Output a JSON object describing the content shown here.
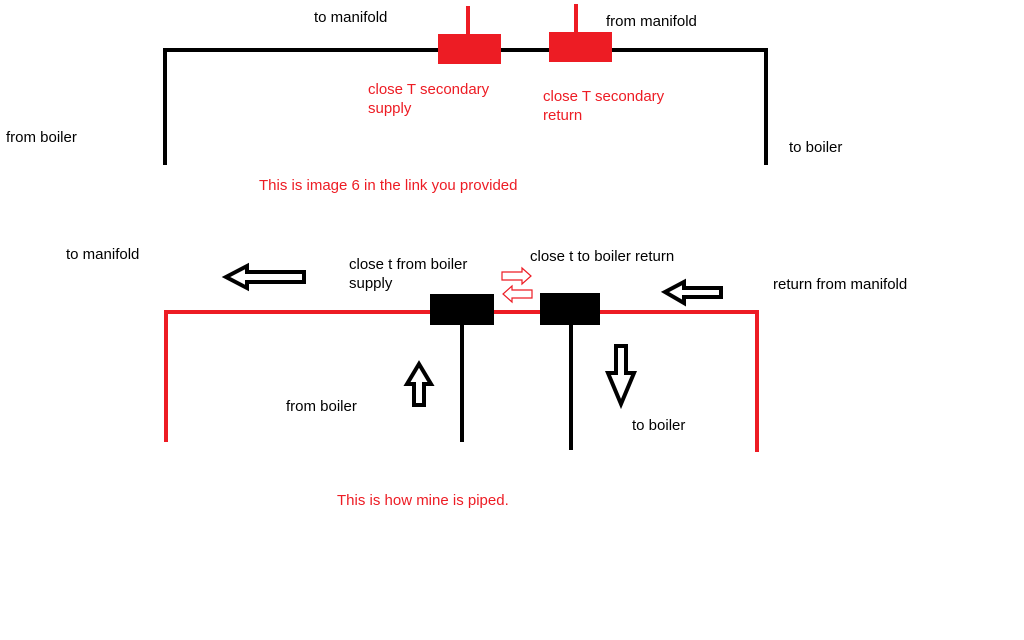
{
  "colors": {
    "black": "#000000",
    "red": "#ed1c24",
    "background": "#ffffff"
  },
  "top_diagram": {
    "to_manifold": "to manifold",
    "from_manifold": "from manifold",
    "from_boiler": "from boiler",
    "to_boiler": "to boiler",
    "tee_supply": [
      "close T secondary",
      "supply"
    ],
    "tee_return": [
      "close T secondary",
      "return"
    ],
    "caption": "This is image 6 in the link you provided"
  },
  "bottom_diagram": {
    "to_manifold": "to manifold",
    "tee_supply": [
      "close t from boiler",
      "supply"
    ],
    "tee_return": "close t to boiler return",
    "return_from_manifold": "return from manifold",
    "from_boiler": "from boiler",
    "to_boiler": "to boiler",
    "caption": "This is how mine is piped."
  }
}
